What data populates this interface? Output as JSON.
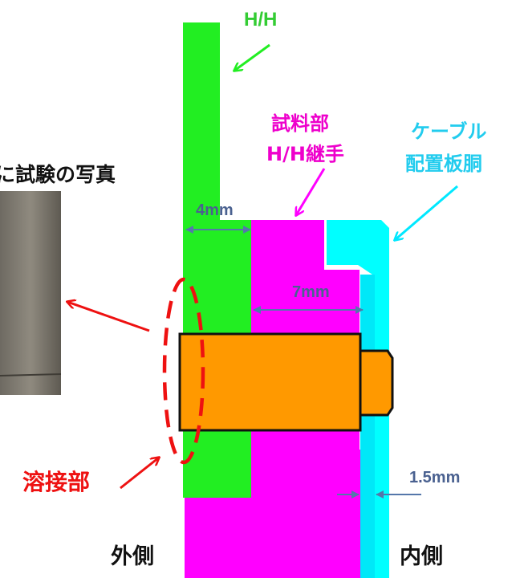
{
  "photo_title": "に試験の写真",
  "labels": {
    "hh": "H/H",
    "specimen_line1": "試料部",
    "specimen_line2": "H/H継手",
    "cable_line1": "ケーブル",
    "cable_line2": "配置板胴",
    "weld": "溶接部",
    "outer": "外側",
    "inner": "内側"
  },
  "dimensions": {
    "d1": "4mm",
    "d2": "7mm",
    "d3": "1.5mm"
  },
  "colors": {
    "hh_plate": "#22ee22",
    "specimen": "#ff00ff",
    "cable_plate": "#00ffff",
    "bolt": "#ff9900",
    "weld": "#ee1111",
    "dim_arrow": "#5577aa",
    "text_green": "#33cc33",
    "text_magenta": "#ee00cc",
    "text_cyan": "#22ccee"
  }
}
